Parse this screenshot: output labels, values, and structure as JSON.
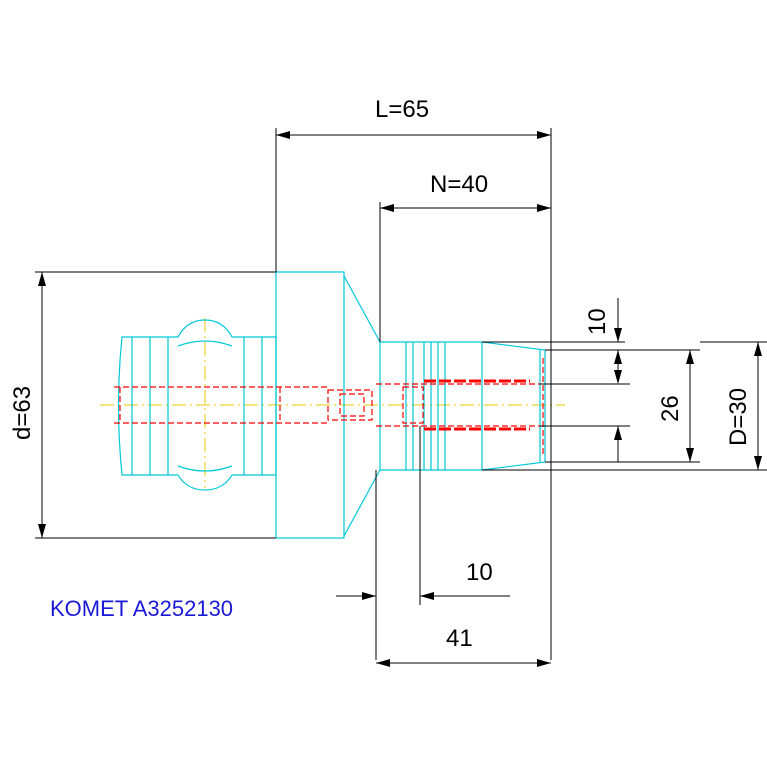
{
  "drawing": {
    "product_label": "KOMET A3252130",
    "dimensions": {
      "L": "L=65",
      "N": "N=40",
      "d": "d=63",
      "D": "D=30",
      "bore": "26",
      "top_step": "10",
      "bottom_step": "10",
      "length_41": "41"
    },
    "colors": {
      "outline": "#00c8d8",
      "hidden": "#ff0000",
      "centerline": "#e6c800",
      "dimension": "#000000",
      "label": "#1a1ad6"
    }
  }
}
